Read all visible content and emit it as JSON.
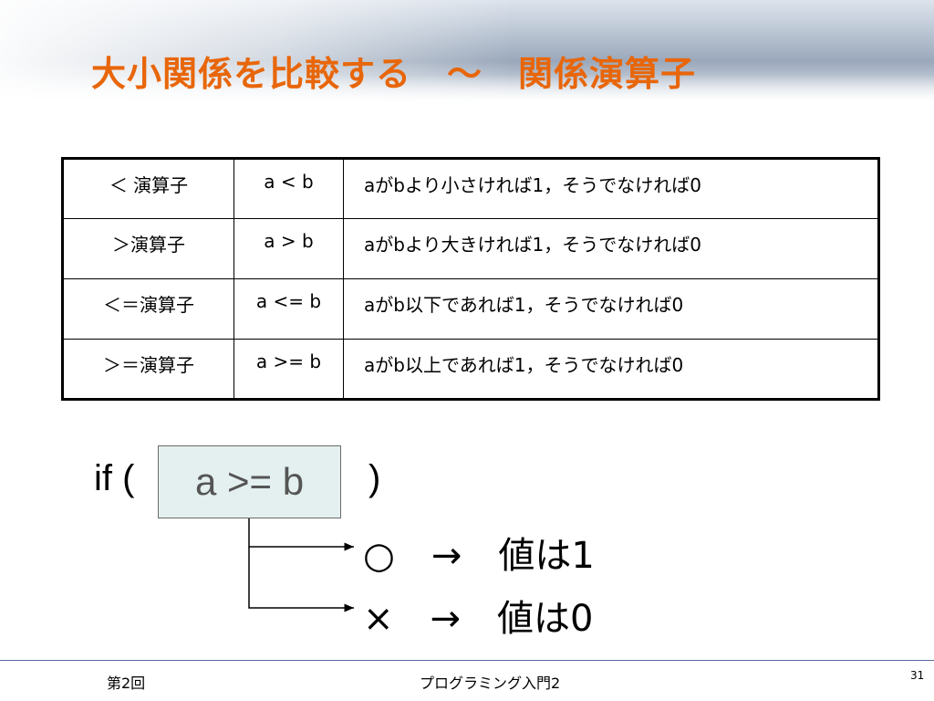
{
  "slide": {
    "title": "大小関係を比較する　～　関係演算子",
    "table": {
      "rows": [
        {
          "operator": "＜ 演算子",
          "expression": "a < b",
          "description": "aがbより小さければ1，そうでなければ0"
        },
        {
          "operator": "＞演算子",
          "expression": "a > b",
          "description": "aがbより大きければ1，そうでなければ0"
        },
        {
          "operator": "＜＝演算子",
          "expression": "a <= b",
          "description": "aがb以下であれば1，そうでなければ0"
        },
        {
          "operator": "＞＝演算子",
          "expression": "a >= b",
          "description": "aがb以上であれば1，そうでなければ0"
        }
      ]
    },
    "diagram": {
      "if_open": "if (",
      "condition": "a >= b",
      "if_close": ")",
      "true_branch": "○　→　値は1",
      "false_branch": "×　→　値は0"
    },
    "footer": {
      "session": "第2回",
      "course": "プログラミング入門2",
      "page_number": "31"
    }
  },
  "colors": {
    "title": "#e8660a",
    "condition_box_fill": "#e3f0ef",
    "footer_line": "#5a6aa0"
  }
}
